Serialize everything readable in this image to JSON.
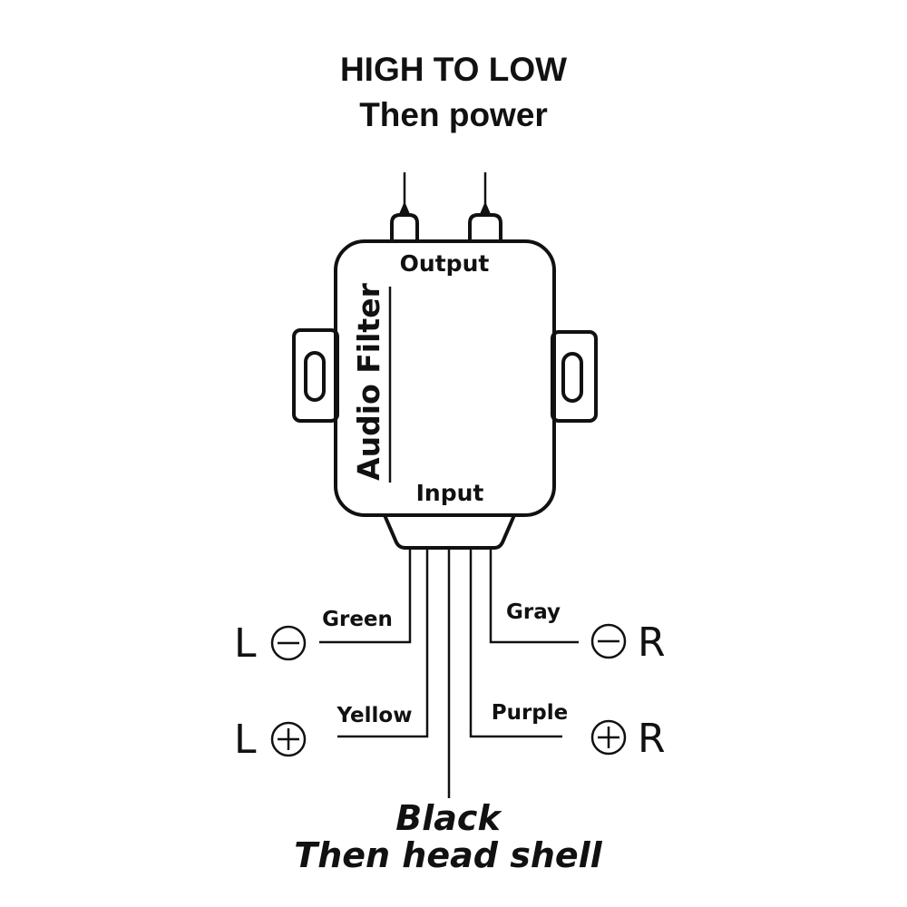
{
  "title": {
    "line1": "HIGH TO LOW",
    "line2": "Then power"
  },
  "device": {
    "output_label": "Output",
    "input_label": "Input",
    "name": "Audio Filter"
  },
  "wires": {
    "left_negative": {
      "color_name": "Green",
      "side": "L",
      "polarity": "⊖"
    },
    "left_positive": {
      "color_name": "Yellow",
      "side": "L",
      "polarity": "⊕"
    },
    "right_negative": {
      "color_name": "Gray",
      "side": "R",
      "polarity": "⊖"
    },
    "right_positive": {
      "color_name": "Purple",
      "side": "R",
      "polarity": "⊕"
    }
  },
  "ground": {
    "line1": "Black",
    "line2": "Then head shell"
  }
}
